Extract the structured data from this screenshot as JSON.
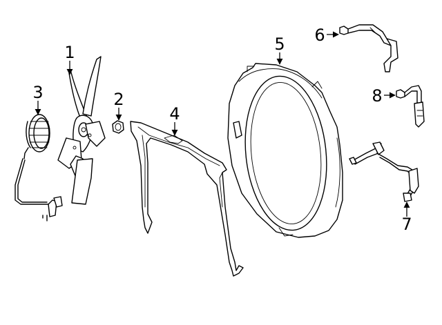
{
  "diagram": {
    "type": "exploded-parts-diagram",
    "callouts": [
      {
        "id": "1",
        "label": "1"
      },
      {
        "id": "2",
        "label": "2"
      },
      {
        "id": "3",
        "label": "3"
      },
      {
        "id": "4",
        "label": "4"
      },
      {
        "id": "5",
        "label": "5"
      },
      {
        "id": "6",
        "label": "6"
      },
      {
        "id": "7",
        "label": "7"
      },
      {
        "id": "8",
        "label": "8"
      }
    ]
  }
}
